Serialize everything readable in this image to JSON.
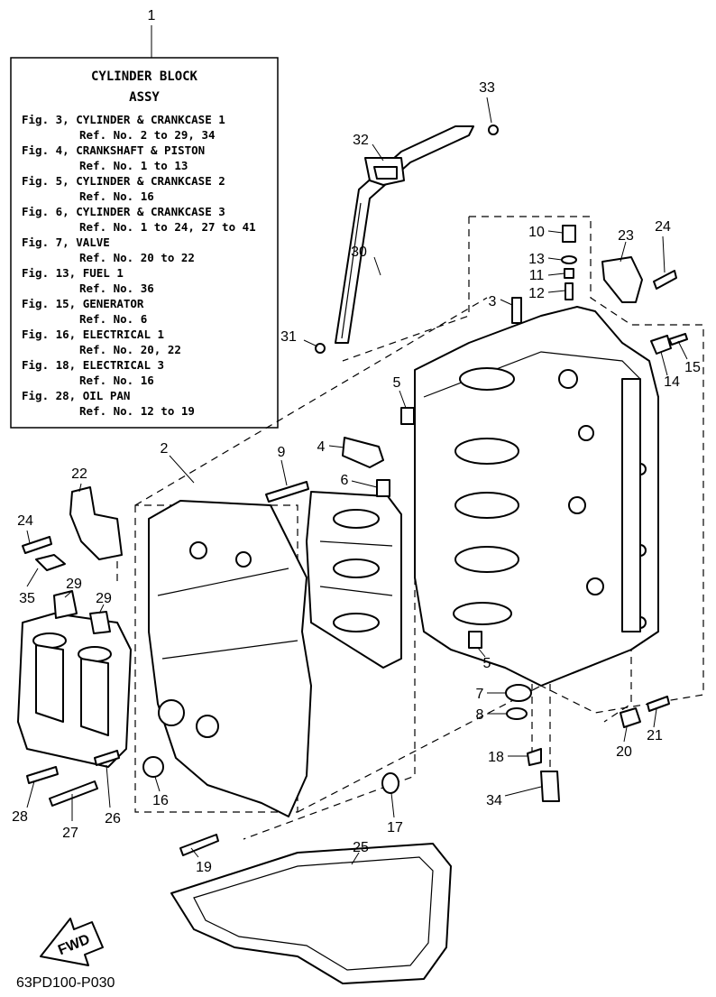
{
  "ref_box": {
    "number": "1",
    "title": "CYLINDER BLOCK",
    "subtitle": "ASSY",
    "lines": [
      "Fig. 3, CYLINDER & CRANKCASE 1",
      "Ref. No. 2 to 29, 34",
      "Fig. 4, CRANKSHAFT & PISTON",
      "Ref. No. 1 to 13",
      "Fig. 5, CYLINDER & CRANKCASE 2",
      "Ref. No. 16",
      "Fig. 6, CYLINDER & CRANKCASE 3",
      "Ref. No. 1 to 24, 27 to 41",
      "Fig. 7, VALVE",
      "Ref. No. 20 to 22",
      "Fig. 13, FUEL 1",
      "Ref. No. 36",
      "Fig. 15, GENERATOR",
      "Ref. No. 6",
      "Fig. 16, ELECTRICAL 1",
      "Ref. No. 20, 22",
      "Fig. 18, ELECTRICAL 3",
      "Ref. No. 16",
      "Fig. 28, OIL PAN",
      "Ref. No. 12 to 19"
    ]
  },
  "callouts": [
    "2",
    "3",
    "4",
    "5",
    "5",
    "6",
    "7",
    "8",
    "9",
    "10",
    "11",
    "12",
    "13",
    "14",
    "15",
    "16",
    "17",
    "18",
    "19",
    "20",
    "21",
    "22",
    "23",
    "24",
    "24",
    "25",
    "26",
    "27",
    "28",
    "29",
    "29",
    "30",
    "31",
    "32",
    "33",
    "34",
    "35"
  ],
  "fwd_label": "FWD",
  "diagram_code": "63PD100-P030"
}
